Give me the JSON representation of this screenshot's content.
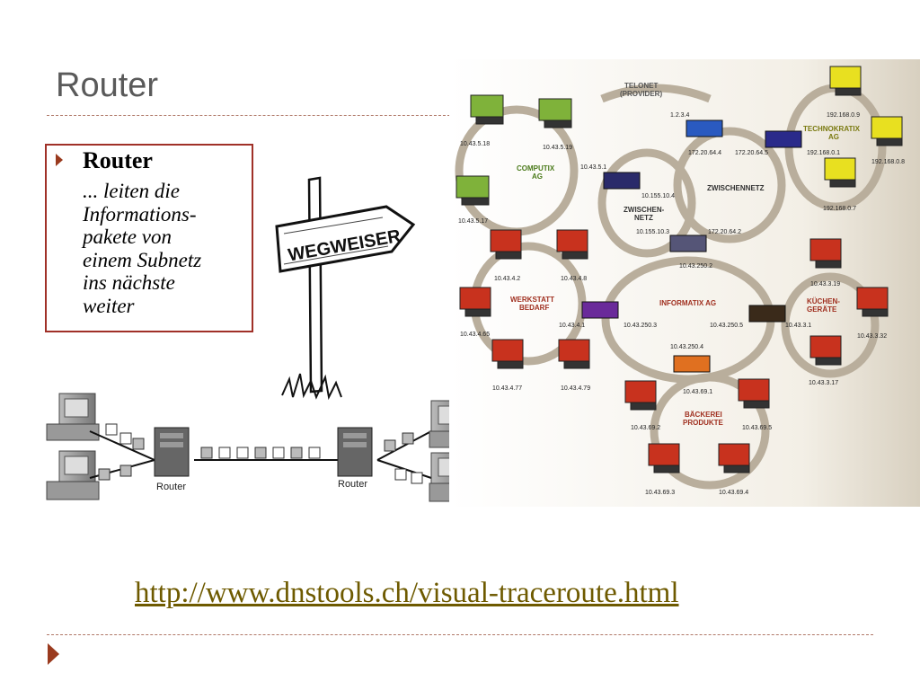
{
  "slide": {
    "title": "Router",
    "bullet_heading": "Router",
    "description_lines": [
      "... leiten die",
      "Informations-",
      "pakete von",
      "einem Subnetz",
      "ins nächste",
      "weiter"
    ],
    "link": "http://www.dnstools.ch/visual-traceroute.html"
  },
  "signpost": {
    "text": "WEGWEISER"
  },
  "router_diagram": {
    "left_label": "Router",
    "right_label": "Router"
  },
  "network": {
    "networks": [
      {
        "name": "TELONET\n(PROVIDER)",
        "color": "#555555"
      },
      {
        "name": "COMPUTIX\nAG",
        "color": "#4a7a1a"
      },
      {
        "name": "ZWISCHEN-\nNETZ",
        "color": "#333333"
      },
      {
        "name": "ZWISCHENNETZ",
        "color": "#333333"
      },
      {
        "name": "TECHNOKRATIX\nAG",
        "color": "#7a7a10"
      },
      {
        "name": "WERKSTATT\nBEDARF",
        "color": "#a03020"
      },
      {
        "name": "INFORMATIX AG",
        "color": "#a03020"
      },
      {
        "name": "KÜCHEN-\nGERÄTE",
        "color": "#a03020"
      },
      {
        "name": "BÄCKEREI\nPRODUKTE",
        "color": "#a03020"
      }
    ],
    "labels": [
      "1.2.3.4",
      "10.43.5.18",
      "10.43.5.19",
      "10.43.5.1",
      "10.43.5.17",
      "172.20.64.4",
      "172.20.64.5",
      "10.155.10.4",
      "10.155.10.3",
      "172.20.64.2",
      "192.168.0.9",
      "192.168.0.1",
      "192.168.0.8",
      "192.168.0.7",
      "10.43.4.2",
      "10.43.4.8",
      "10.43.4.65",
      "10.43.4.1",
      "10.43.250.3",
      "10.43.250.2",
      "10.43.250.5",
      "10.43.3.19",
      "10.43.3.1",
      "10.43.3.32",
      "10.43.3.17",
      "10.43.250.4",
      "10.43.4.77",
      "10.43.4.79",
      "10.43.69.1",
      "10.43.69.2",
      "10.43.69.5",
      "10.43.69.3",
      "10.43.69.4"
    ]
  },
  "colors": {
    "title": "#5a5a5a",
    "accent": "#9a3a1e",
    "link": "#6e5a00",
    "green_pc": "#7fb23a",
    "yellow_pc": "#e8e020",
    "red_pc": "#c8321e"
  }
}
